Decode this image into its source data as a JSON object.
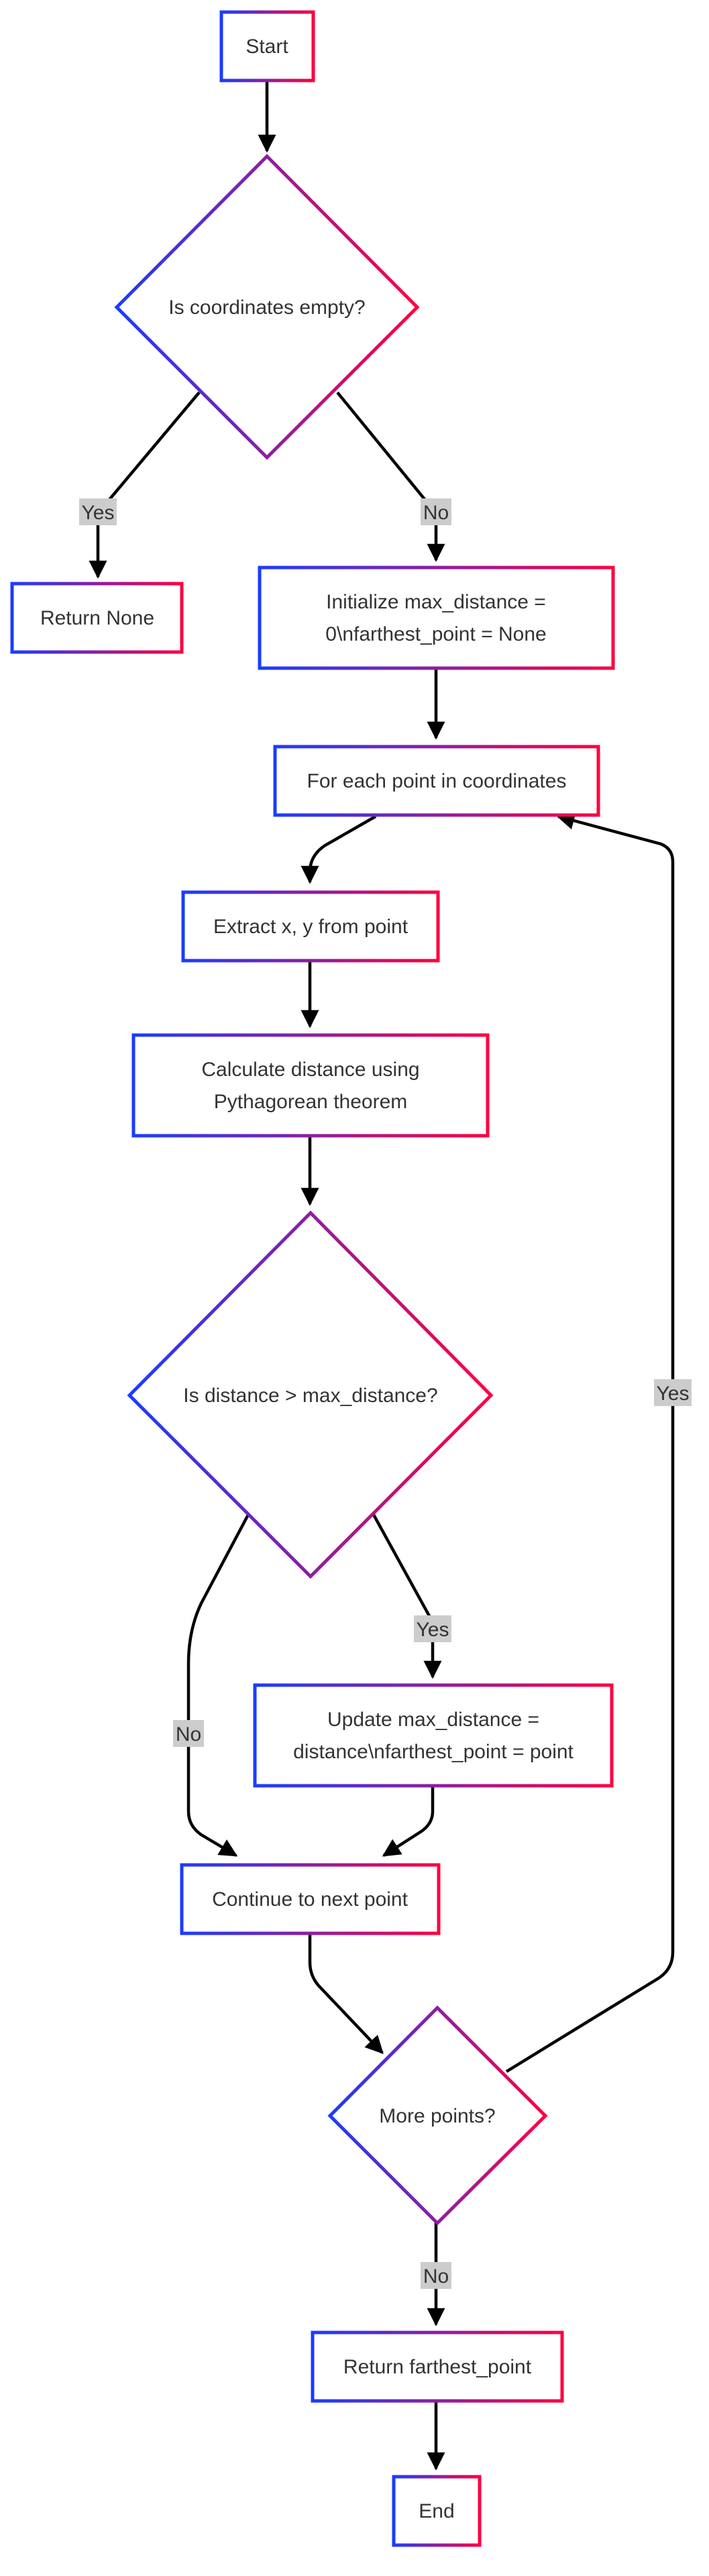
{
  "diagram": {
    "type": "flowchart",
    "colors": {
      "node_border_start": "#1a3cff",
      "node_border_end": "#ff0040",
      "edge": "#000000",
      "label_background": "#cccccc",
      "text": "#333333"
    },
    "nodes": {
      "start": "Start",
      "check_empty": "Is coordinates empty?",
      "return_none": "Return None",
      "init_line1": "Initialize max_distance =",
      "init_line2": "0\\nfarthest_point = None",
      "for_each": "For each point in coordinates",
      "extract": "Extract x, y from point",
      "calc_line1": "Calculate distance using",
      "calc_line2": "Pythagorean theorem",
      "check_distance": "Is distance > max_distance?",
      "update_line1": "Update max_distance =",
      "update_line2": "distance\\nfarthest_point = point",
      "continue": "Continue to next point",
      "more_points": "More points?",
      "return_farthest": "Return farthest_point",
      "end": "End"
    },
    "edge_labels": {
      "empty_yes": "Yes",
      "empty_no": "No",
      "distance_yes": "Yes",
      "distance_no": "No",
      "more_yes": "Yes",
      "more_no": "No"
    }
  }
}
